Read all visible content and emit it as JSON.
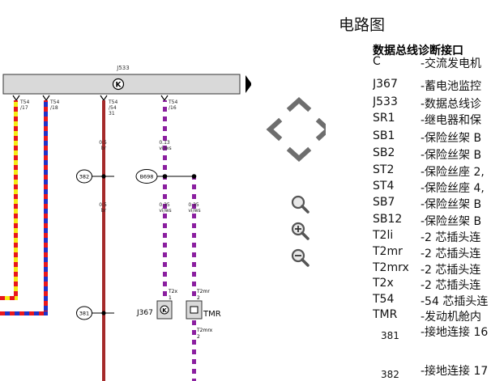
{
  "page_title": "电路图",
  "connector": {
    "name": "J533",
    "symbol": "K",
    "pins": [
      {
        "label": "T54\n/17"
      },
      {
        "label": "T54\n/18"
      },
      {
        "label": "T54\n/54\n31"
      },
      {
        "label": "T54\n/16"
      }
    ]
  },
  "wires": {
    "w1": {
      "size": "0.5",
      "color_code": "br"
    },
    "w2": {
      "size": "0.13",
      "color_code": "vi/ws"
    },
    "w3": {
      "size": "0.5",
      "color_code": "br"
    },
    "w4": {
      "size": "0.35",
      "color_code": "vi/ws"
    },
    "w5": {
      "size": "0.35",
      "color_code": "vi/ws"
    }
  },
  "ground_points": {
    "g382": "382",
    "g381": "381"
  },
  "junction": {
    "label": "B698"
  },
  "components": {
    "j367": {
      "label": "J367",
      "connector": "T2x",
      "pin": "1"
    },
    "tmr": {
      "label": "TMR",
      "connector": "T2mr",
      "pin": "2",
      "sub_connector": "T2mrx",
      "sub_pin": "2"
    }
  },
  "colors": {
    "brown": "#a52a2a",
    "violet": "#8b1fa0",
    "red": "#e8171d",
    "yellow": "#f5ea14",
    "blue": "#2032c8",
    "connector_bar": "#d9d9d9"
  },
  "nav_icons": {
    "up": "chevron-up-icon",
    "down": "chevron-down-icon",
    "left": "chevron-left-icon",
    "right": "chevron-right-icon",
    "zoom": "magnifier-icon",
    "zoom_in": "zoom-in-icon",
    "zoom_out": "zoom-out-icon"
  },
  "legend": {
    "title": "数据总线诊断接口",
    "items": [
      {
        "code": "C",
        "desc": "-交流发电机"
      },
      {
        "code": "J367",
        "desc": "-蓄电池监控"
      },
      {
        "code": "J533",
        "desc": "-数据总线诊"
      },
      {
        "code": "SR1",
        "desc": "-继电器和保"
      },
      {
        "code": "SB1",
        "desc": "-保险丝架 B"
      },
      {
        "code": "SB2",
        "desc": "-保险丝架 B"
      },
      {
        "code": "ST2",
        "desc": "-保险丝座 2,"
      },
      {
        "code": "ST4",
        "desc": "-保险丝座 4,"
      },
      {
        "code": "SB7",
        "desc": "-保险丝架 B"
      },
      {
        "code": "SB12",
        "desc": "-保险丝架 B"
      },
      {
        "code": "T2li",
        "desc": "-2 芯插头连"
      },
      {
        "code": "T2mr",
        "desc": "-2 芯插头连"
      },
      {
        "code": "T2mrx",
        "desc": "-2 芯插头连"
      },
      {
        "code": "T2x",
        "desc": "-2 芯插头连"
      },
      {
        "code": "T54",
        "desc": "-54 芯插头连"
      },
      {
        "code": "TMR",
        "desc": "-发动机舱内"
      },
      {
        "code": "381",
        "desc": "-接地连接 16"
      },
      {
        "code": "382",
        "desc": "-接地连接 17"
      }
    ]
  }
}
